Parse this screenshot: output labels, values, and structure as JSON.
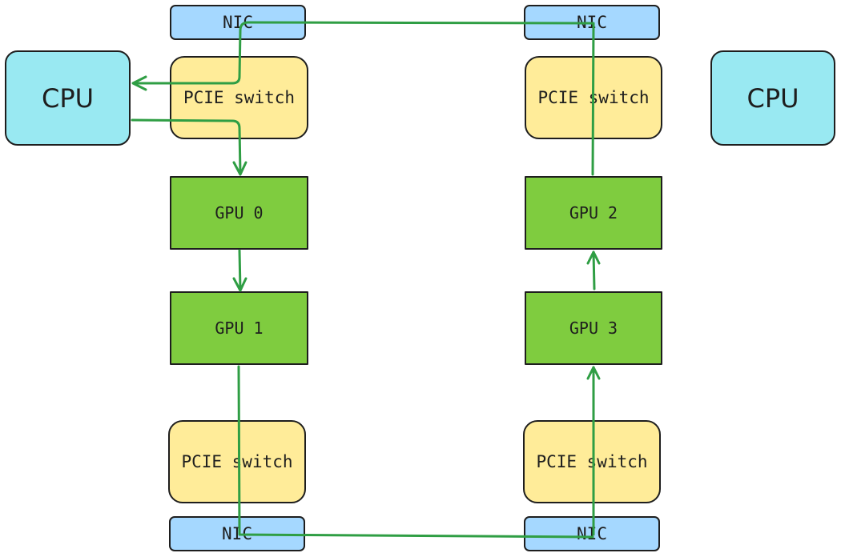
{
  "nodes": {
    "nic_top_left": "NIC",
    "nic_top_right": "NIC",
    "cpu_left": "CPU",
    "cpu_right": "CPU",
    "pcie_top_left": "PCIE switch",
    "pcie_top_right": "PCIE switch",
    "gpu0": "GPU 0",
    "gpu1": "GPU 1",
    "gpu2": "GPU 2",
    "gpu3": "GPU 3",
    "pcie_bottom_left": "PCIE switch",
    "pcie_bottom_right": "PCIE switch",
    "nic_bottom_left": "NIC",
    "nic_bottom_right": "NIC"
  },
  "connections": [
    {
      "from": "nic_top_right",
      "to": "cpu_left",
      "via": "nic_top_left"
    },
    {
      "from": "cpu_left",
      "to": "gpu0"
    },
    {
      "from": "gpu0",
      "to": "gpu1"
    },
    {
      "from": "gpu1",
      "to": "nic_bottom_left"
    },
    {
      "from": "nic_bottom_left",
      "to": "nic_bottom_right"
    },
    {
      "from": "nic_bottom_right",
      "to": "gpu3"
    },
    {
      "from": "gpu3",
      "to": "gpu2"
    },
    {
      "from": "gpu2",
      "to": "nic_top_right"
    }
  ],
  "colors": {
    "nic": "#a5d8ff",
    "pcie_switch": "#ffec99",
    "gpu": "#7fcc3f",
    "cpu": "#99e9f2",
    "arrow": "#2f9e44",
    "stroke": "#1e1e1e"
  }
}
